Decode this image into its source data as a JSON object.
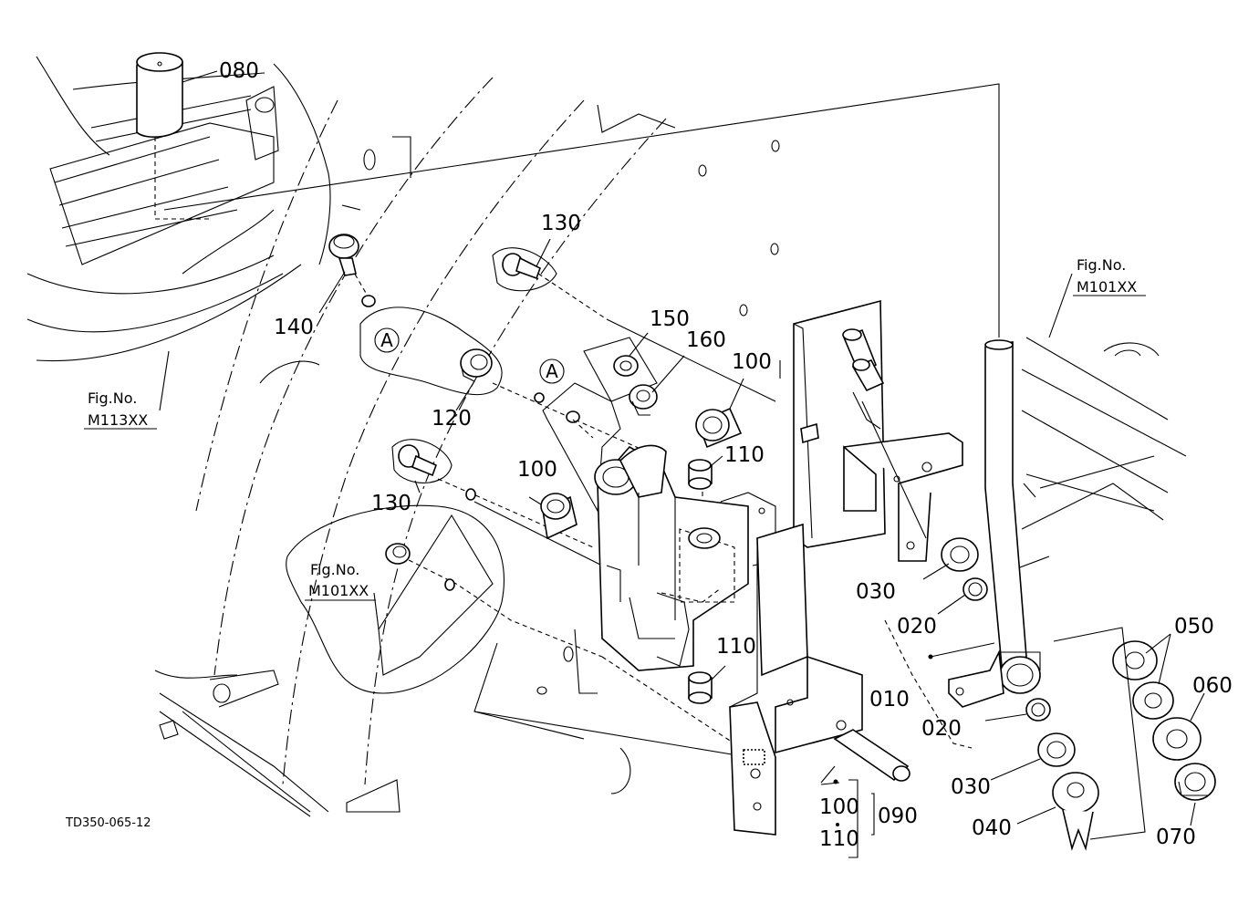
{
  "drawing_code": "TD350-065-12",
  "callouts": {
    "a_top": "A",
    "a_mid": "A"
  },
  "figure_refs": {
    "left": {
      "caption": "Fig.No.",
      "number": "M113XX"
    },
    "center": {
      "caption": "Fig.No.",
      "number": "M101XX"
    },
    "right": {
      "caption": "Fig.No.",
      "number": "M101XX"
    }
  },
  "part_labels": {
    "p080": "080",
    "p140": "140",
    "p130_top": "130",
    "p120": "120",
    "p130_bottom": "130",
    "p150": "150",
    "p160": "160",
    "p100_top": "100",
    "p110_top": "110",
    "p100_left": "100",
    "p110_bottom": "110",
    "p030_top": "030",
    "p020_top": "020",
    "p010": "010",
    "p020_bottom": "020",
    "p030_bottom": "030",
    "p040": "040",
    "p050": "050",
    "p060": "060",
    "p070": "070",
    "p100_group": "100",
    "p110_group": "110",
    "p090": "090"
  }
}
